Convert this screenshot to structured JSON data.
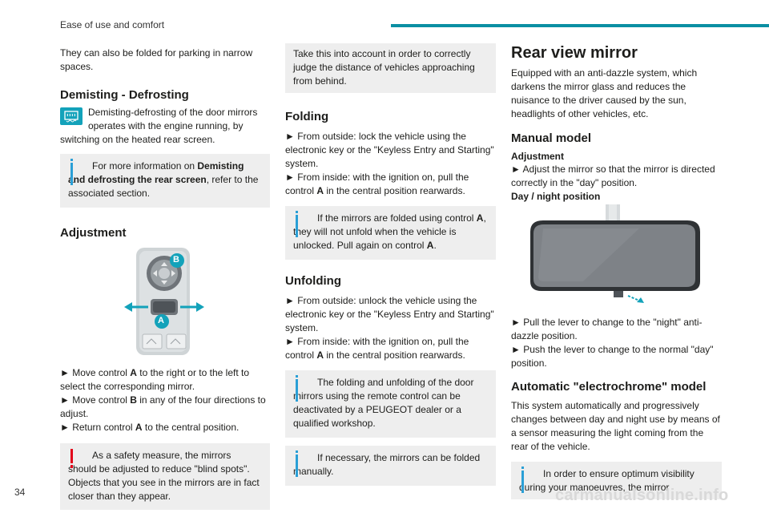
{
  "header": {
    "section_title": "Ease of use and comfort",
    "page_number": "34"
  },
  "watermark": "carmanualsonline.info",
  "col1": {
    "intro": "They can also be folded for parking in narrow spaces.",
    "demist_heading": "Demisting - Defrosting",
    "demist_text": "Demisting-defrosting of the door mirrors operates with the engine running, by switching on the heated rear screen.",
    "note1_a": "For more information on ",
    "note1_b": "Demisting and defrosting the rear screen",
    "note1_c": ", refer to the associated section.",
    "adjust_heading": "Adjustment",
    "label_a": "A",
    "label_b": "B",
    "step1_a": "► Move control ",
    "step1_b": "A",
    "step1_c": " to the right or to the left to select the corresponding mirror.",
    "step2_a": "► Move control ",
    "step2_b": "B",
    "step2_c": " in any of the four directions to adjust.",
    "step3_a": "► Return control ",
    "step3_b": "A",
    "step3_c": " to the central position.",
    "warn": "As a safety measure, the mirrors should be adjusted to reduce \"blind spots\". Objects that you see in the mirrors are in fact closer than they appear."
  },
  "col2": {
    "note_top": "Take this into account in order to correctly judge the distance of vehicles approaching from behind.",
    "fold_heading": "Folding",
    "fold1": "► From outside: lock the vehicle using the electronic key or the \"Keyless Entry and Starting\" system.",
    "fold2_a": "► From inside: with the ignition on, pull the control ",
    "fold2_b": "A",
    "fold2_c": " in the central position rearwards.",
    "note2_a": "If the mirrors are folded using control ",
    "note2_b": "A",
    "note2_c": ", they will not unfold when the vehicle is unlocked. Pull again on control ",
    "note2_d": "A",
    "note2_e": ".",
    "unfold_heading": "Unfolding",
    "unfold1": "► From outside: unlock the vehicle using the electronic key or the \"Keyless Entry and Starting\" system.",
    "unfold2_a": "► From inside: with the ignition on, pull the control ",
    "unfold2_b": "A",
    "unfold2_c": " in the central position rearwards.",
    "note3": "The folding and unfolding of the door mirrors using the remote control can be deactivated by a PEUGEOT dealer or a qualified workshop.",
    "note4": "If necessary, the mirrors can be folded manually."
  },
  "col3": {
    "title": "Rear view mirror",
    "intro": "Equipped with an anti-dazzle system, which darkens the mirror glass and reduces the nuisance to the driver caused by the sun, headlights of other vehicles, etc.",
    "manual_heading": "Manual model",
    "adj_sub": "Adjustment",
    "adj_text": "► Adjust the mirror so that the mirror is directed correctly in the \"day\" position.",
    "daynight_sub": "Day / night position",
    "pull_text": "► Pull the lever to change to the \"night\" anti-dazzle position.",
    "push_text": "► Push the lever to change to the normal \"day\" position.",
    "auto_heading": "Automatic \"electrochrome\" model",
    "auto_text": "This system automatically and progressively changes between day and night use by means of a sensor measuring the light coming from the rear of the vehicle.",
    "note5": "In order to ensure optimum visibility during your manoeuvres, the mirror"
  }
}
